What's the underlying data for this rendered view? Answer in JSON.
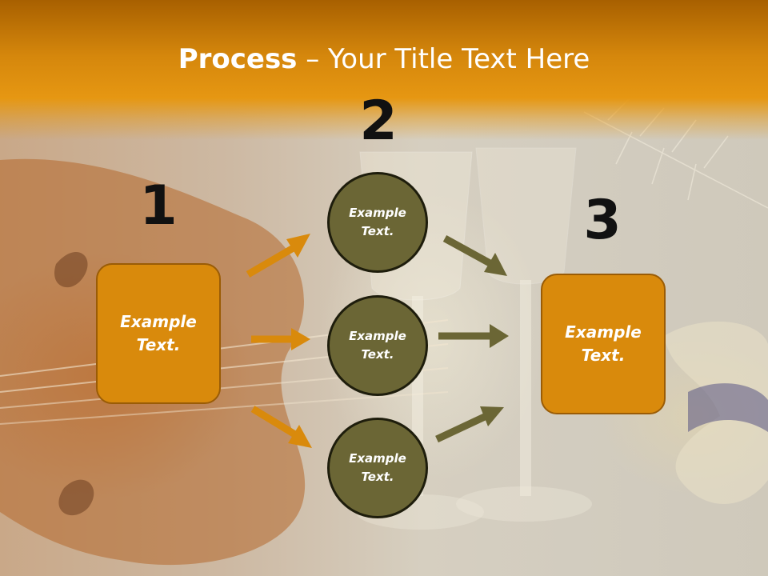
{
  "title": {
    "bold": "Process",
    "rest": " – Your Title Text Here"
  },
  "steps": [
    {
      "number": "1",
      "text": "Example Text."
    },
    {
      "number": "2",
      "text": ""
    },
    {
      "number": "3",
      "text": "Example Text."
    }
  ],
  "middle_items": [
    {
      "text": "Example Text."
    },
    {
      "text": "Example Text."
    },
    {
      "text": "Example Text."
    }
  ],
  "colors": {
    "orange_box": "#d98a0c",
    "olive_circle": "#6b6635",
    "orange_arrow": "#d98a0c",
    "olive_arrow": "#6b6635",
    "title_band": "#e69712"
  }
}
